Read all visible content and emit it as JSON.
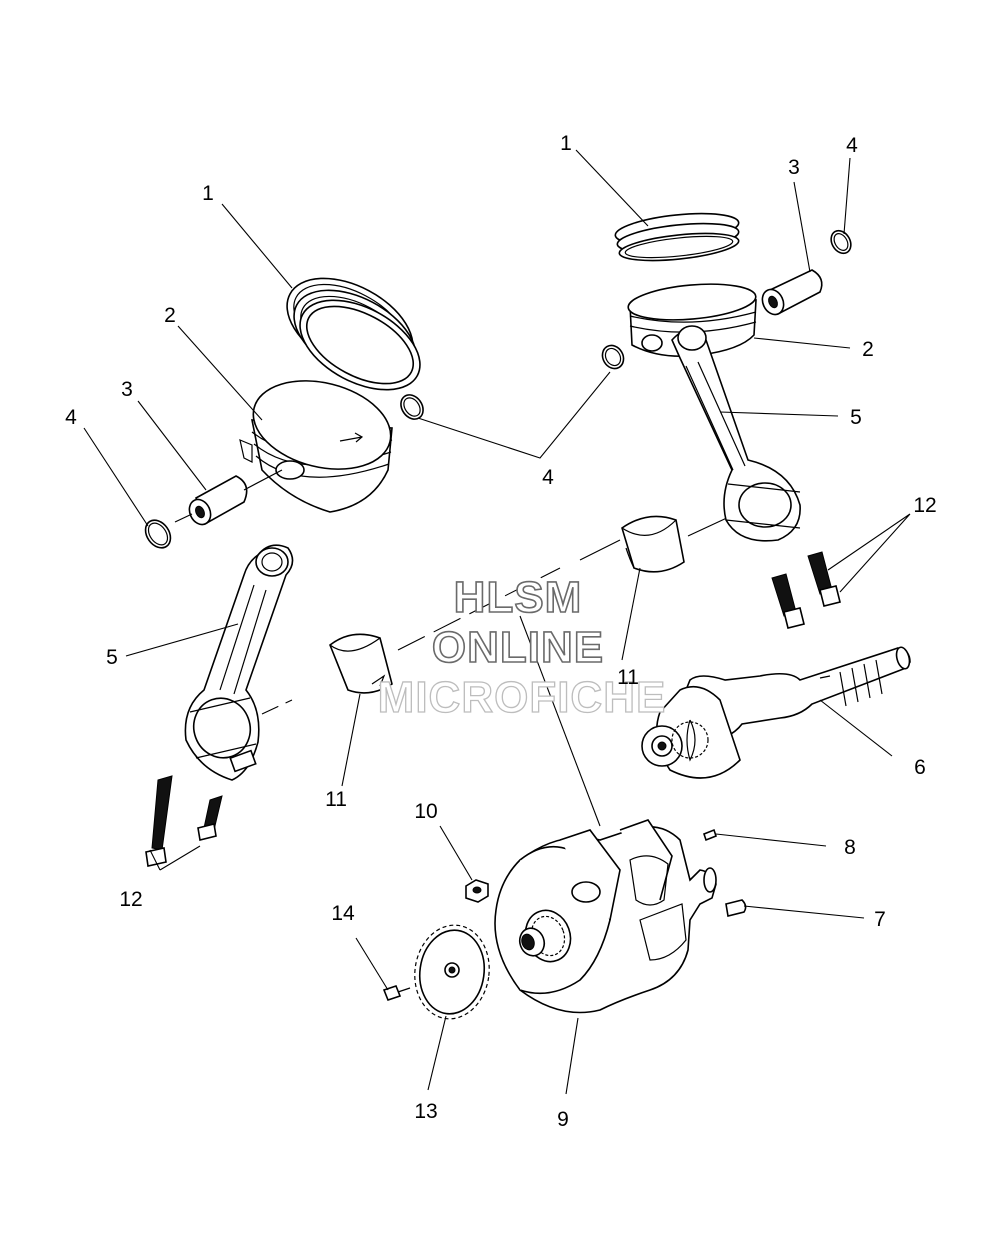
{
  "diagram": {
    "watermark": {
      "line1": "HLSM",
      "line2": "ONLINE",
      "line3": "MICROFICHE"
    },
    "callouts": [
      {
        "id": "c1a",
        "text": "1"
      },
      {
        "id": "c2a",
        "text": "2"
      },
      {
        "id": "c3a",
        "text": "3"
      },
      {
        "id": "c4a",
        "text": "4"
      },
      {
        "id": "c5a",
        "text": "5"
      },
      {
        "id": "c11a",
        "text": "11"
      },
      {
        "id": "c12a",
        "text": "12"
      },
      {
        "id": "c1b",
        "text": "1"
      },
      {
        "id": "c3b",
        "text": "3"
      },
      {
        "id": "c4b",
        "text": "4"
      },
      {
        "id": "c2b",
        "text": "2"
      },
      {
        "id": "c5b",
        "text": "5"
      },
      {
        "id": "c4c",
        "text": "4"
      },
      {
        "id": "c12b",
        "text": "12"
      },
      {
        "id": "c11b",
        "text": "11"
      },
      {
        "id": "c6",
        "text": "6"
      },
      {
        "id": "c8",
        "text": "8"
      },
      {
        "id": "c7",
        "text": "7"
      },
      {
        "id": "c10",
        "text": "10"
      },
      {
        "id": "c14",
        "text": "14"
      },
      {
        "id": "c13",
        "text": "13"
      },
      {
        "id": "c9",
        "text": "9"
      }
    ]
  }
}
